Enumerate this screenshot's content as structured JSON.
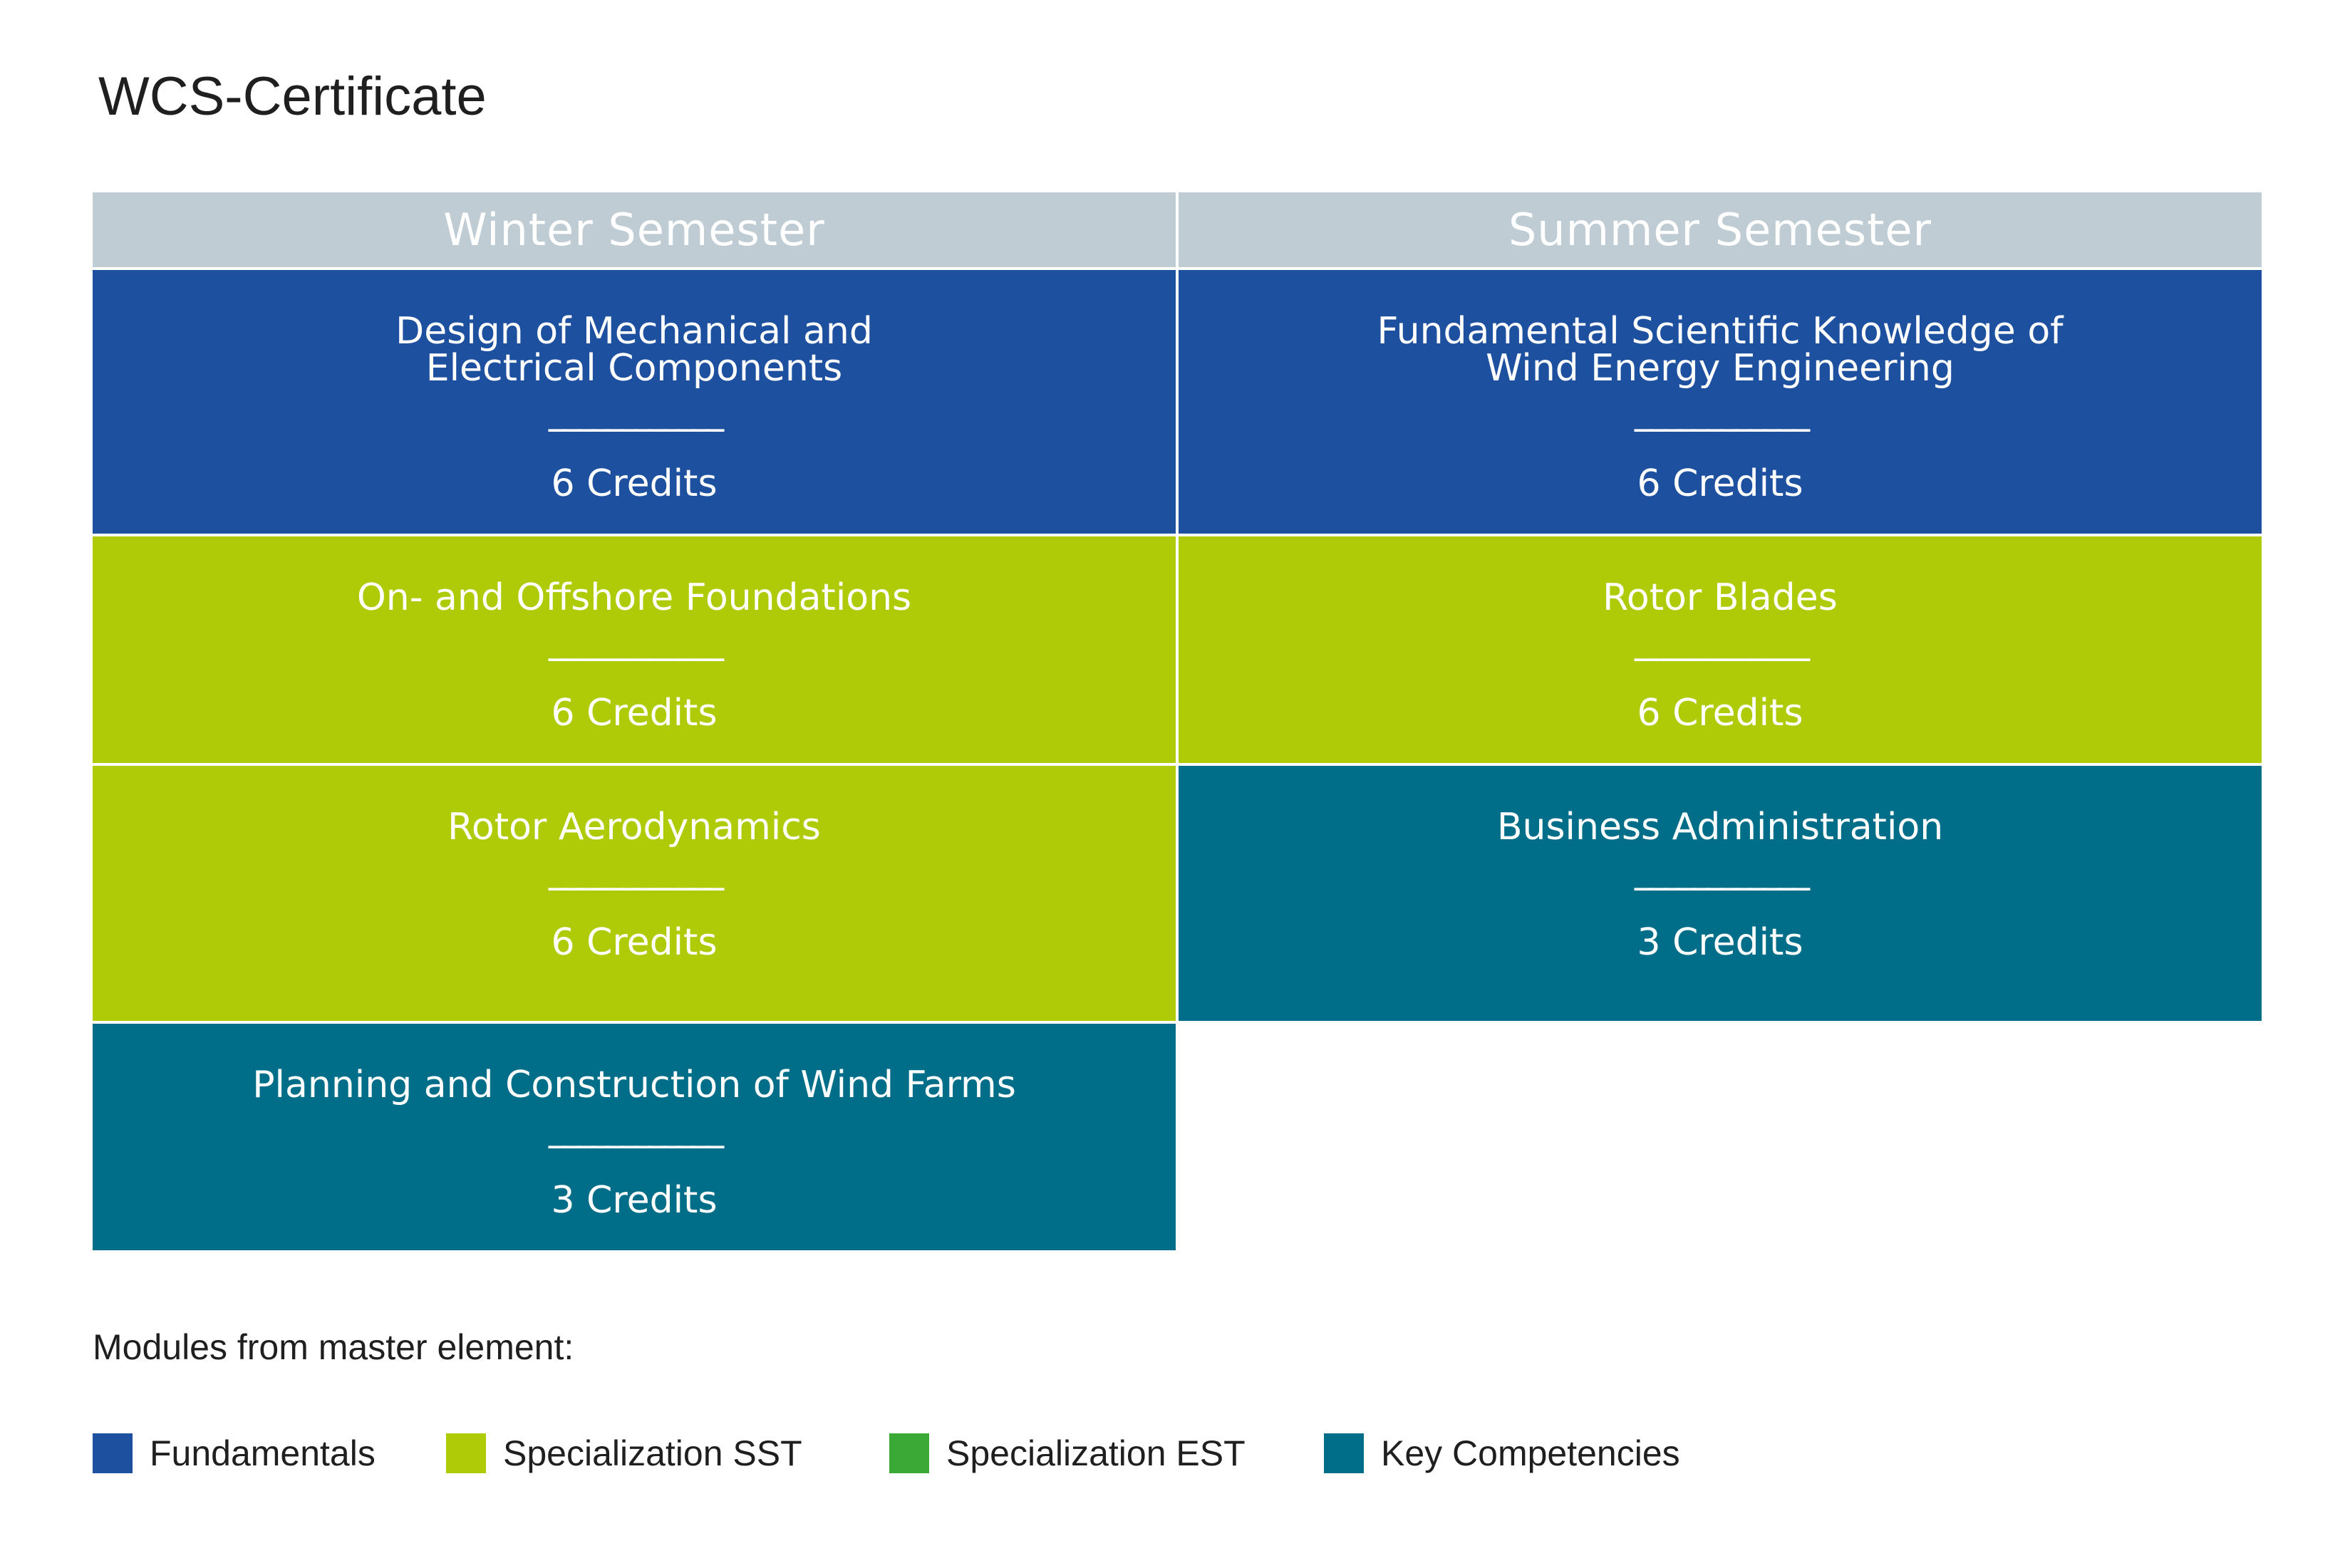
{
  "title": "WCS-Certificate",
  "colors": {
    "fundamentals": "#1e50a0",
    "specialization_sst": "#afcb07",
    "specialization_est": "#3aa935",
    "key_competencies": "#006e89",
    "header": "#bfccd4"
  },
  "columns": [
    "Winter Semester",
    "Summer Semester"
  ],
  "separator": "____________",
  "winter": [
    {
      "name": "Design of Mechanical and\nElectrical Components",
      "credits": "6 Credits",
      "category": "fundamentals"
    },
    {
      "name": "On- and Offshore Foundations",
      "credits": "6 Credits",
      "category": "specialization_sst"
    },
    {
      "name": "Rotor Aerodynamics",
      "credits": "6 Credits",
      "category": "specialization_sst"
    },
    {
      "name": "Planning and Construction of Wind Farms",
      "credits": "3 Credits",
      "category": "key_competencies"
    }
  ],
  "summer": [
    {
      "name": "Fundamental Scientific Knowledge of\nWind Energy Engineering",
      "credits": "6 Credits",
      "category": "fundamentals"
    },
    {
      "name": "Rotor Blades",
      "credits": "6 Credits",
      "category": "specialization_sst"
    },
    {
      "name": "Business Administration",
      "credits": "3 Credits",
      "category": "key_competencies"
    }
  ],
  "legend_title": "Modules from master element:",
  "legend": [
    {
      "label": "Fundamentals",
      "category": "fundamentals"
    },
    {
      "label": "Specialization SST",
      "category": "specialization_sst"
    },
    {
      "label": "Specialization EST",
      "category": "specialization_est"
    },
    {
      "label": "Key Competencies",
      "category": "key_competencies"
    }
  ]
}
